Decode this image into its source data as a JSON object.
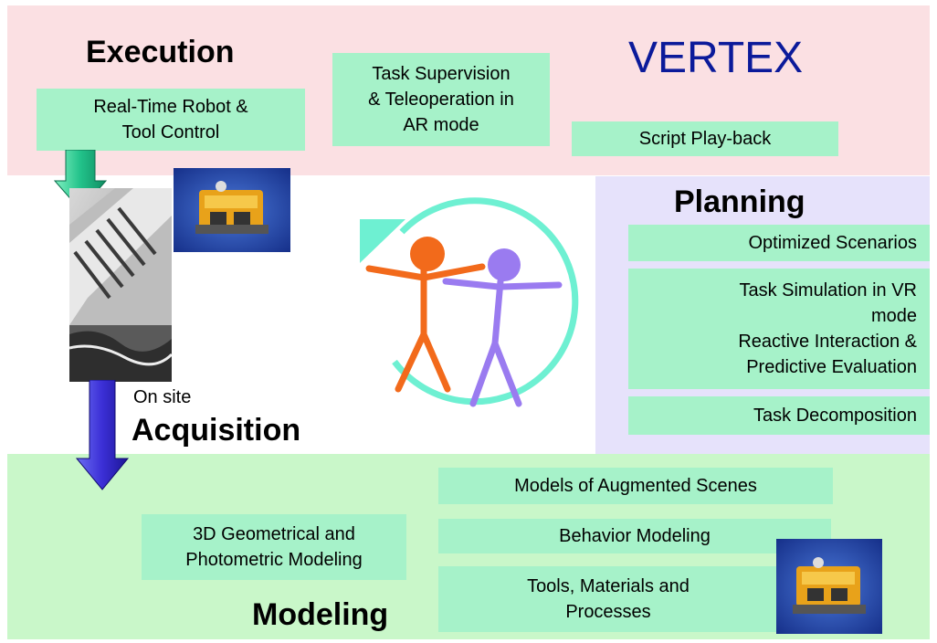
{
  "brand": {
    "title": "VERTEX",
    "color": "#0b1a9a"
  },
  "colors": {
    "execution_bg": "#fbe0e3",
    "planning_bg": "#e6e2fb",
    "modeling_bg": "#c9f7c9",
    "box_fill": "#a6f2c9",
    "figure_orange": "#f26a1b",
    "figure_violet": "#9a7bf0",
    "cycle_arrow": "#6ef0d2",
    "arrow_green": "#22c28a",
    "arrow_blue": "#3b2fd6"
  },
  "execution": {
    "heading": "Execution",
    "boxes": {
      "realtime": [
        "Real-Time Robot &",
        "Tool Control"
      ],
      "supervision": [
        "Task Supervision",
        "& Teleoperation in",
        "AR mode"
      ],
      "playback": [
        "Script Play-back"
      ]
    }
  },
  "planning": {
    "heading": "Planning",
    "boxes": {
      "optimized": [
        "Optimized Scenarios"
      ],
      "simulation": [
        "Task Simulation in VR",
        "mode",
        "Reactive Interaction &",
        "Predictive Evaluation"
      ],
      "decomposition": [
        "Task Decomposition"
      ]
    }
  },
  "acquisition": {
    "note": "On site",
    "heading": "Acquisition"
  },
  "modeling": {
    "heading": "Modeling",
    "boxes": {
      "geometric": [
        "3D Geometrical and",
        "Photometric Modeling"
      ],
      "augmented": [
        "Models of Augmented Scenes"
      ],
      "behavior": [
        "Behavior Modeling"
      ],
      "tools": [
        "Tools, Materials  and",
        "Processes"
      ]
    }
  },
  "icons": [
    "robot-photo-icon",
    "dam-photo-icon",
    "human-figures-icon",
    "cycle-arrow-icon",
    "down-arrow-icon"
  ]
}
